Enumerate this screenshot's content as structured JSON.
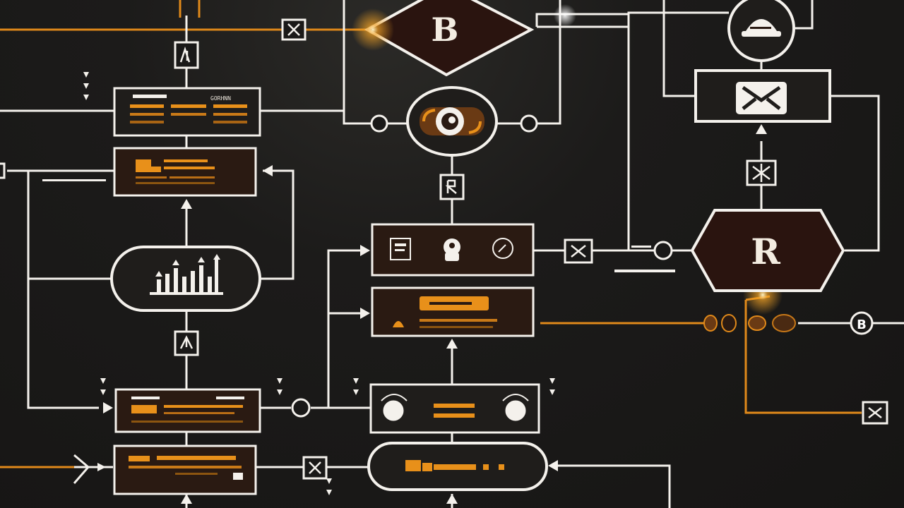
{
  "colors": {
    "background": "#1a1918",
    "line": "#f4f1ec",
    "accent": "#e8901a",
    "node_fill": "#2a1a12"
  },
  "diagram": {
    "top_node_letter": "B",
    "right_hex_letter": "R",
    "top_left_box_label": "GORHNN",
    "far_right_circle_letter": "B"
  },
  "icons": [
    "bars-chart-icon",
    "hat-icon",
    "envelope-icon",
    "camera-icon",
    "flame-icon",
    "toggle-icon",
    "bulb-icon"
  ]
}
